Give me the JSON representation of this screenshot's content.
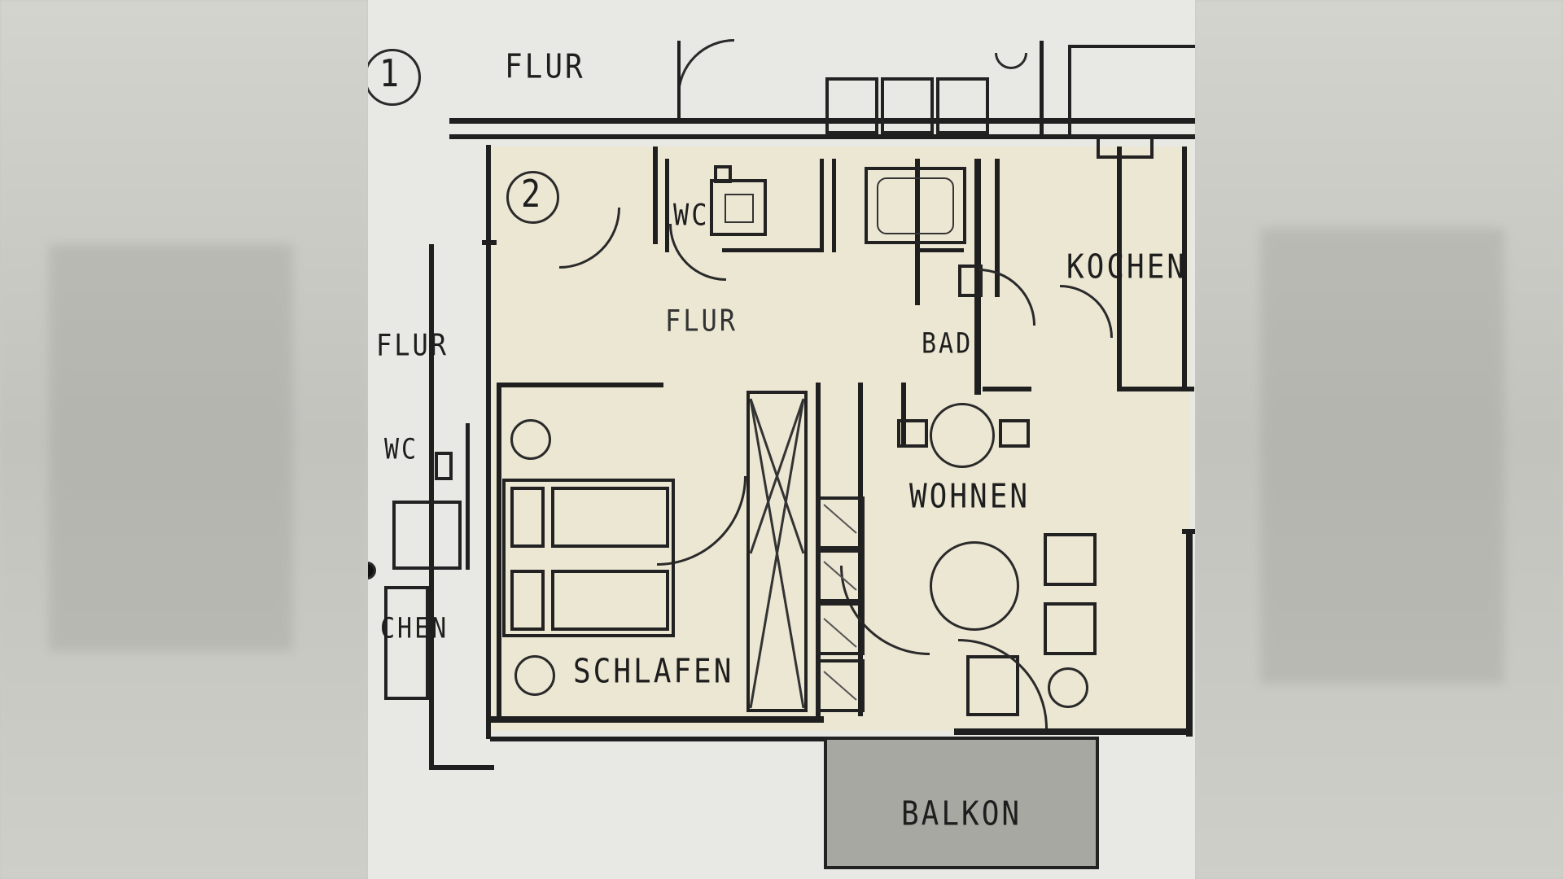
{
  "plan": {
    "markers": [
      "1",
      "2"
    ],
    "rooms": {
      "flur_top": "FLUR",
      "flur_main": "FLUR",
      "flur_left": "FLUR",
      "wc_main": "WC",
      "wc_left": "WC",
      "bad": "BAD",
      "kochen": "KOCHEN",
      "kochen_left": "CHEN",
      "wohnen": "WOHNEN",
      "schlafen": "SCHLAFEN",
      "balkon": "BALKON"
    },
    "colors": {
      "apartment_fill": "#ece7d3",
      "balkon_fill": "#a8a8a3",
      "walls": "#1f1f1f",
      "paper": "#e8e8e4"
    }
  }
}
